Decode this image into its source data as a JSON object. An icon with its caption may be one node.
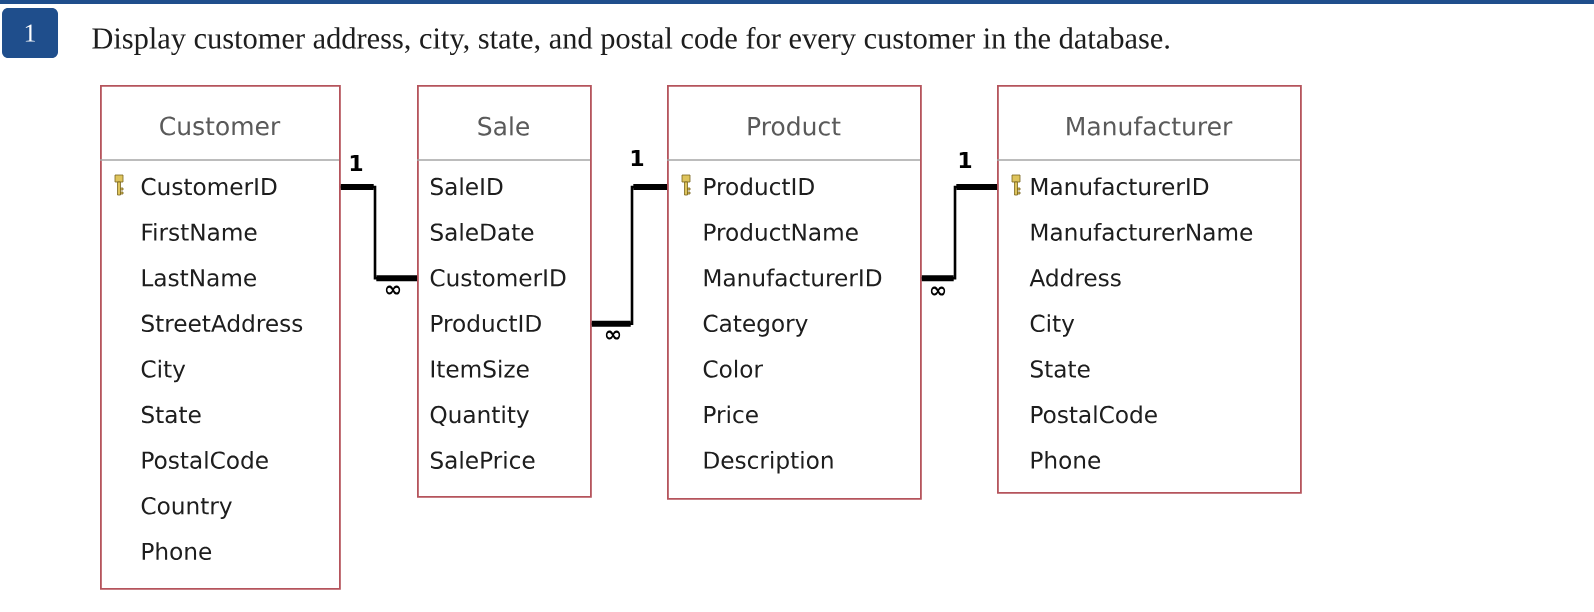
{
  "diagram": {
    "title": "Display customer address, city, state, and postal code for every customer in the database.",
    "nodes": [
      {
        "text": [
          "1"
        ]
      },
      {
        "text": [
          "Customer",
          "CustomerID",
          "FirstName",
          "LastName",
          "StreetAddress",
          "City",
          "State",
          "PostalCode",
          "Country",
          "Phone"
        ]
      },
      {
        "text": [
          "Sale",
          "SaleID",
          "SaleDate",
          "CustomerID",
          "ProductID",
          "ItemSize",
          "Quantity",
          "SalePrice"
        ]
      },
      {
        "text": [
          "Product",
          "ProductID",
          "ProductName",
          "ManufacturerID",
          "Category",
          "Color",
          "Price",
          "Description"
        ]
      },
      {
        "text": [
          "Manufacturer",
          "ManufacturerID",
          "ManufacturerName",
          "Address",
          "City",
          "State",
          "PostalCode",
          "Phone"
        ]
      }
    ],
    "edges": [
      {
        "from": 1,
        "to": 2,
        "arrow": "none"
      },
      {
        "from": 3,
        "to": 2,
        "arrow": "none"
      },
      {
        "from": 4,
        "to": 3,
        "arrow": "none"
      }
    ],
    "labels": [
      "1",
      "1",
      "1",
      "∞",
      "∞",
      "∞"
    ]
  }
}
